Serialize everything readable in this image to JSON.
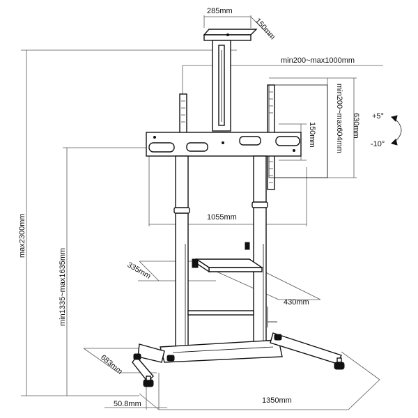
{
  "dimensions": {
    "top_width": "285mm",
    "top_depth": "150mm",
    "vesa_width": "min200~max1000mm",
    "vesa_height": "min200~max604mm",
    "panel_height": "630mm",
    "tilt_up": "+5°",
    "tilt_down": "-10°",
    "bracket_height": "150mm",
    "total_height": "max2300mm",
    "adjustable_height": "min1335~max1635mm",
    "column_spacing": "1055mm",
    "shelf_depth": "335mm",
    "shelf_width": "430mm",
    "base_depth": "683mm",
    "tube_diameter": "50.8mm",
    "base_width": "1350mm"
  }
}
